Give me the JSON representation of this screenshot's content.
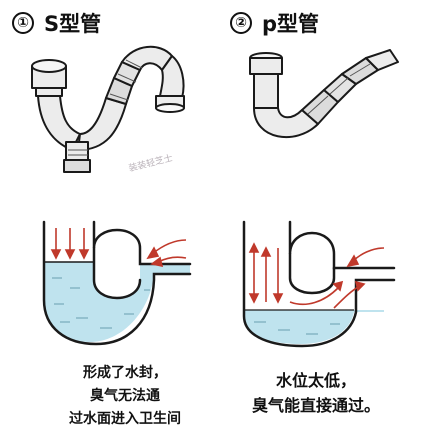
{
  "panels": [
    {
      "number": "①",
      "title": "S型管",
      "caption": [
        "形成了水封，",
        "臭气无法通",
        "过水面进入卫生间"
      ]
    },
    {
      "number": "②",
      "title": "p型管",
      "caption": [
        "水位太低，",
        "臭气能直接通过。"
      ]
    }
  ],
  "watermark": "装装轻芝士",
  "colors": {
    "water": "#bfe3ee",
    "arrow": "#c0392b",
    "pipe": "#e8e8e8",
    "outline": "#1a1a1a"
  }
}
